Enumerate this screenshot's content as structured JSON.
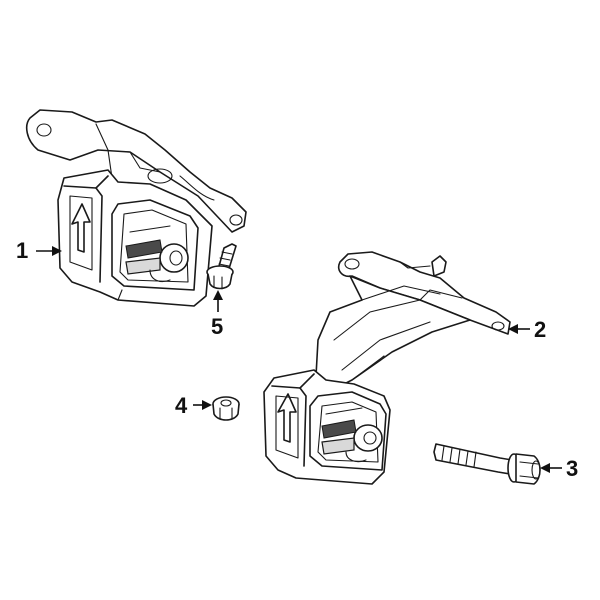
{
  "callouts": [
    {
      "id": "1",
      "label": "1"
    },
    {
      "id": "2",
      "label": "2"
    },
    {
      "id": "3",
      "label": "3"
    },
    {
      "id": "4",
      "label": "4"
    },
    {
      "id": "5",
      "label": "5"
    }
  ],
  "parts": [
    {
      "callout": "1",
      "icon": "engine-mount-left-icon"
    },
    {
      "callout": "2",
      "icon": "engine-mount-right-bracket-icon"
    },
    {
      "callout": "3",
      "icon": "flange-bolt-long-icon"
    },
    {
      "callout": "4",
      "icon": "flange-nut-icon"
    },
    {
      "callout": "5",
      "icon": "flange-bolt-short-icon"
    }
  ],
  "colors": {
    "line": "#1a1a1a",
    "shade": "#d9d9d9",
    "background": "#ffffff"
  }
}
